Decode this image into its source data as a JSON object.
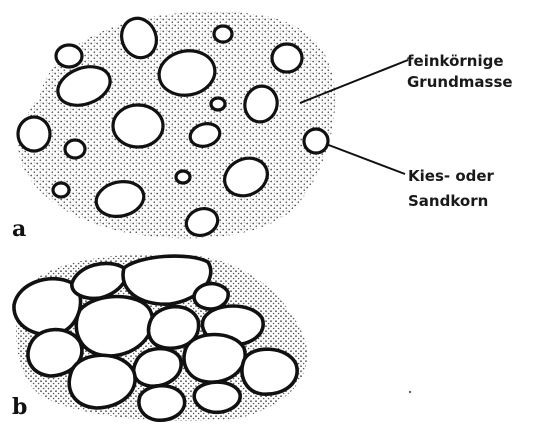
{
  "panels": {
    "a": {
      "letter": "a"
    },
    "b": {
      "letter": "b"
    }
  },
  "labels": {
    "matrix_line1": "feinkörnige",
    "matrix_line2": "Grundmasse",
    "grain_line1": "Kies- oder",
    "grain_line2": "Sandkorn"
  },
  "colors": {
    "ink": "#111111",
    "matrix_dots": "#555555",
    "background": "#ffffff"
  }
}
